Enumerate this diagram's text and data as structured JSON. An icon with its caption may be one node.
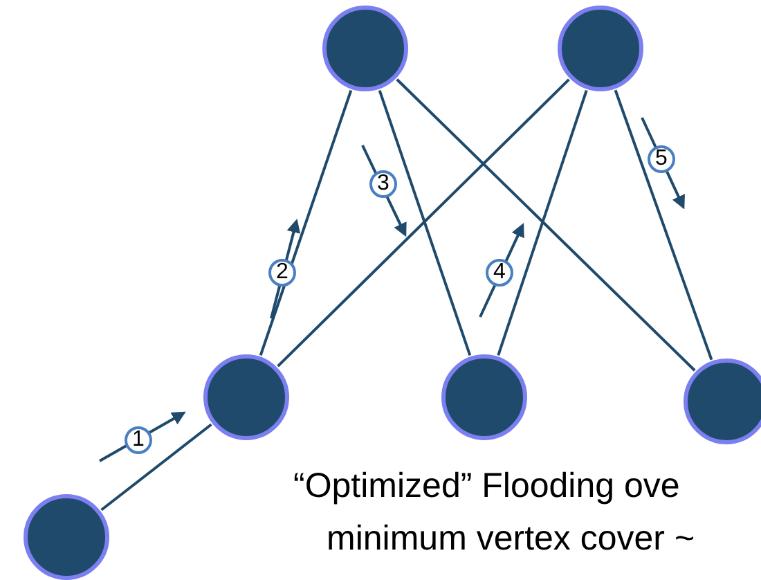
{
  "diagram": {
    "nodes": [
      {
        "text": [],
        "shape": "circle"
      },
      {
        "text": [],
        "shape": "circle"
      },
      {
        "text": [],
        "shape": "circle"
      },
      {
        "text": [],
        "shape": "circle"
      },
      {
        "text": [],
        "shape": "circle"
      },
      {
        "text": [],
        "shape": "circle"
      }
    ],
    "edges": [
      {
        "from": 5,
        "to": 2,
        "arrow": "none"
      },
      {
        "from": 2,
        "to": 0,
        "arrow": "none"
      },
      {
        "from": 2,
        "to": 1,
        "arrow": "none"
      },
      {
        "from": 0,
        "to": 3,
        "arrow": "none"
      },
      {
        "from": 0,
        "to": 4,
        "arrow": "none"
      },
      {
        "from": 1,
        "to": 3,
        "arrow": "none"
      },
      {
        "from": 1,
        "to": 4,
        "arrow": "none"
      }
    ],
    "labels": [
      "1",
      "2",
      "3",
      "4",
      "5",
      "“Optimized” Flooding ove",
      "minimum vertex cover ~"
    ]
  }
}
